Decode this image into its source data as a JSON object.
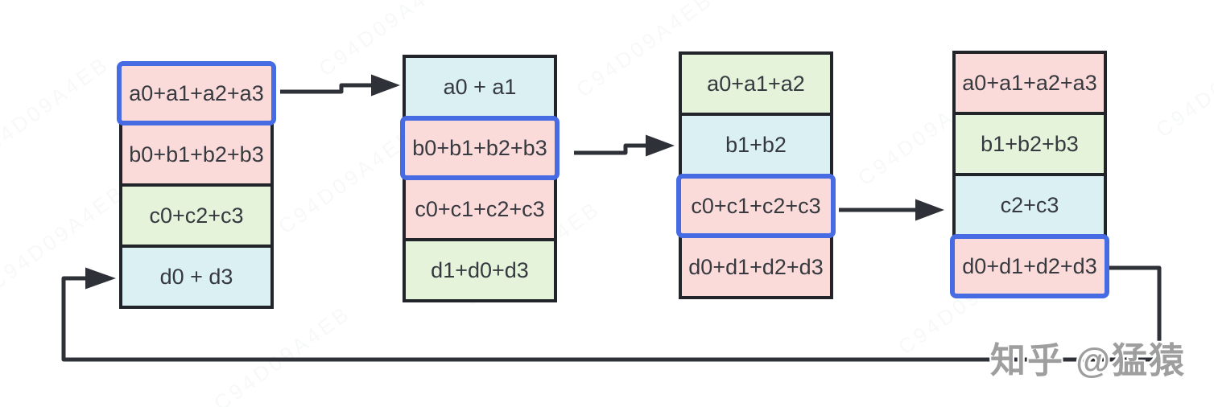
{
  "diagram": {
    "description_colors": {
      "pink": "#fbdbd9",
      "green": "#e4f3da",
      "cyan": "#daf0f2",
      "highlight_border": "#466be3",
      "cell_border": "#21252a",
      "arrow": "#2e3238"
    },
    "columns": [
      {
        "cells": [
          {
            "label": "a0+a1+a2+a3",
            "color": "pink",
            "highlighted": true
          },
          {
            "label": "b0+b1+b2+b3",
            "color": "pink",
            "highlighted": false
          },
          {
            "label": "c0+c2+c3",
            "color": "green",
            "highlighted": false
          },
          {
            "label": "d0 + d3",
            "color": "cyan",
            "highlighted": false
          }
        ]
      },
      {
        "cells": [
          {
            "label": "a0 + a1",
            "color": "cyan",
            "highlighted": false
          },
          {
            "label": "b0+b1+b2+b3",
            "color": "pink",
            "highlighted": true
          },
          {
            "label": "c0+c1+c2+c3",
            "color": "pink",
            "highlighted": false
          },
          {
            "label": "d1+d0+d3",
            "color": "green",
            "highlighted": false
          }
        ]
      },
      {
        "cells": [
          {
            "label": "a0+a1+a2",
            "color": "green",
            "highlighted": false
          },
          {
            "label": "b1+b2",
            "color": "cyan",
            "highlighted": false
          },
          {
            "label": "c0+c1+c2+c3",
            "color": "pink",
            "highlighted": true
          },
          {
            "label": "d0+d1+d2+d3",
            "color": "pink",
            "highlighted": false
          }
        ]
      },
      {
        "cells": [
          {
            "label": "a0+a1+a2+a3",
            "color": "pink",
            "highlighted": false
          },
          {
            "label": "b1+b2+b3",
            "color": "green",
            "highlighted": false
          },
          {
            "label": "c2+c3",
            "color": "cyan",
            "highlighted": false
          },
          {
            "label": "d0+d1+d2+d3",
            "color": "pink",
            "highlighted": true
          }
        ]
      }
    ]
  },
  "watermark": {
    "text": "知乎 @猛猿"
  },
  "texture": {
    "text": "C94D09A4EB"
  }
}
